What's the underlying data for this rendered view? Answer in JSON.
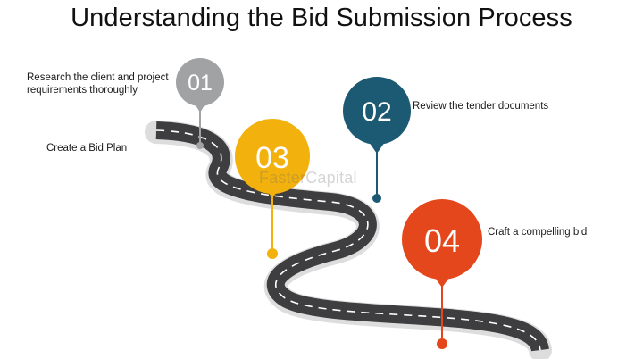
{
  "title": "Understanding the Bid Submission Process",
  "steps": [
    {
      "number": "01",
      "label": "Research the client and project requirements thoroughly",
      "color": "#a1a2a4"
    },
    {
      "number": "02",
      "label": "Review the tender documents",
      "color": "#1c5a73"
    },
    {
      "number": "03",
      "label": "Create a Bid Plan",
      "color": "#f2b10d"
    },
    {
      "number": "04",
      "label": "Craft a compelling bid",
      "color": "#e4471b"
    }
  ],
  "watermark": "FasterCapital"
}
